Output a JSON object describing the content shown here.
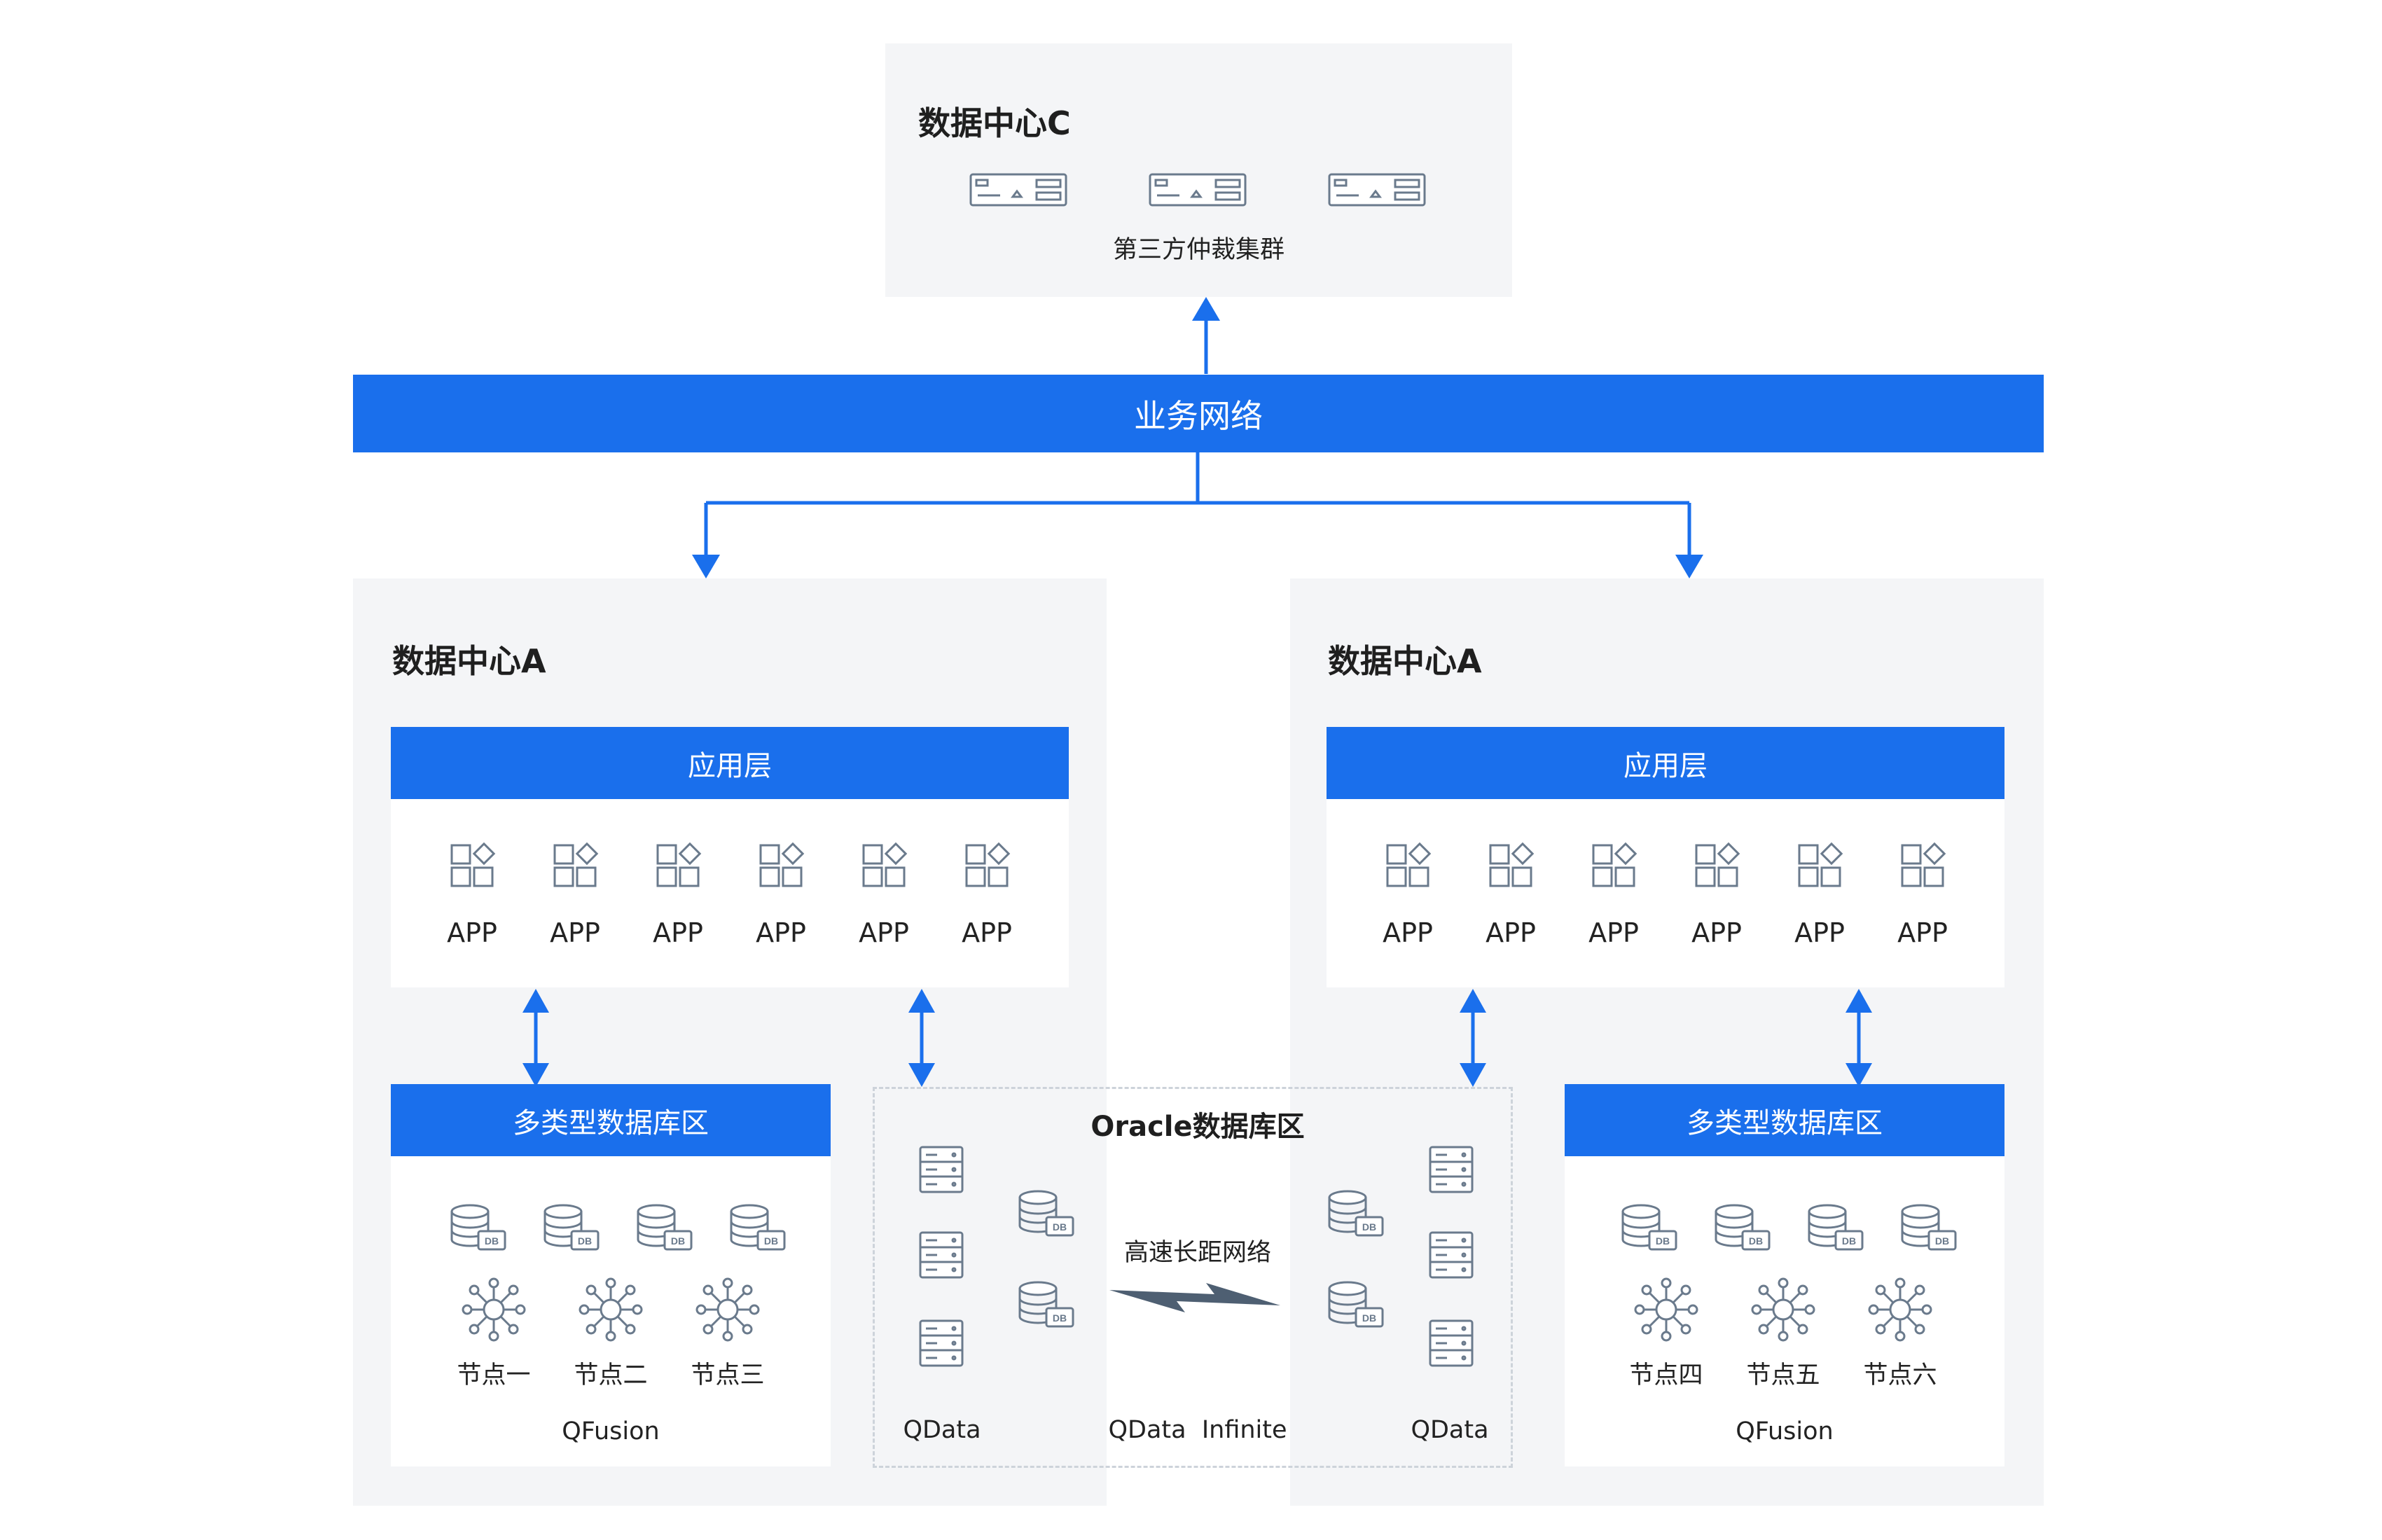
{
  "colors": {
    "accent": "#1a6fec",
    "panel": "#f4f5f7",
    "icon_stroke": "#6a7a8c"
  },
  "datacenter_c": {
    "title": "数据中心C",
    "cluster_label": "第三方仲裁集群"
  },
  "network": {
    "label": "业务网络"
  },
  "dc_left": {
    "title": "数据中心A",
    "app_layer": {
      "title": "应用层",
      "apps": [
        "APP",
        "APP",
        "APP",
        "APP",
        "APP",
        "APP"
      ]
    },
    "db_zone": {
      "title": "多类型数据库区",
      "nodes": [
        "节点一",
        "节点二",
        "节点三"
      ],
      "product": "QFusion"
    }
  },
  "dc_right": {
    "title": "数据中心A",
    "app_layer": {
      "title": "应用层",
      "apps": [
        "APP",
        "APP",
        "APP",
        "APP",
        "APP",
        "APP"
      ]
    },
    "db_zone": {
      "title": "多类型数据库区",
      "nodes": [
        "节点四",
        "节点五",
        "节点六"
      ],
      "product": "QFusion"
    }
  },
  "oracle_zone": {
    "title": "Oracle数据库区",
    "link_label": "高速长距网络",
    "left_product": "QData",
    "middle_product": "QData  Infinite",
    "right_product": "QData"
  },
  "icons": {
    "server": "server-icon",
    "app": "app-grid-icon",
    "db": "database-icon",
    "node": "network-node-icon",
    "storage": "storage-server-icon",
    "lightning": "lightning-link-icon"
  }
}
